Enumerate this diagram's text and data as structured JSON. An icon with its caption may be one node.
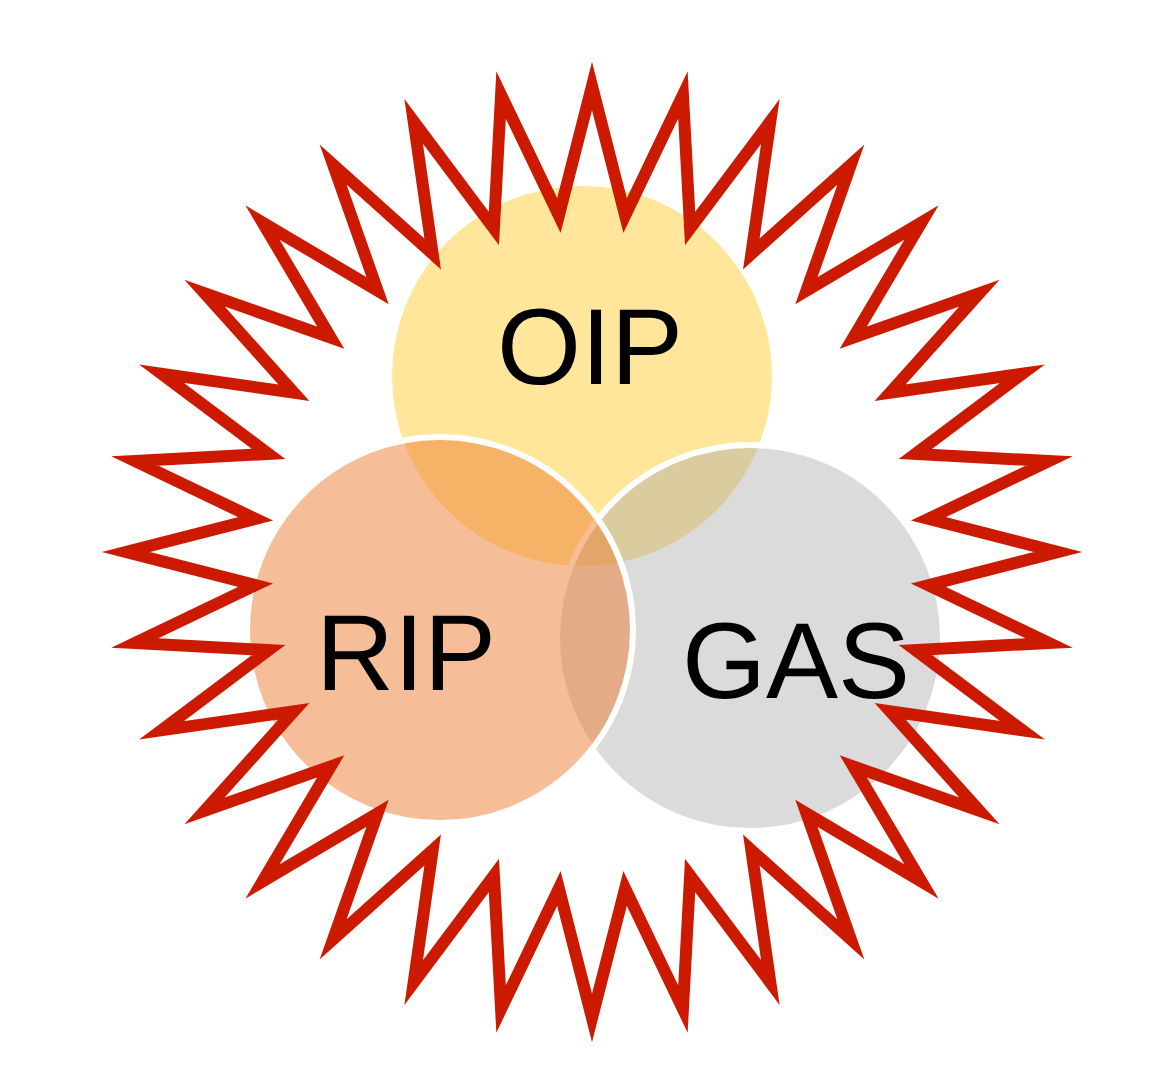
{
  "diagram": {
    "nodes": [
      {
        "text": [],
        "shape": "starburst"
      },
      {
        "text": [
          "OIP"
        ],
        "in": 0
      },
      {
        "text": [
          "RIP"
        ],
        "in": 0
      },
      {
        "text": [
          "GAS"
        ],
        "in": 0
      }
    ]
  }
}
